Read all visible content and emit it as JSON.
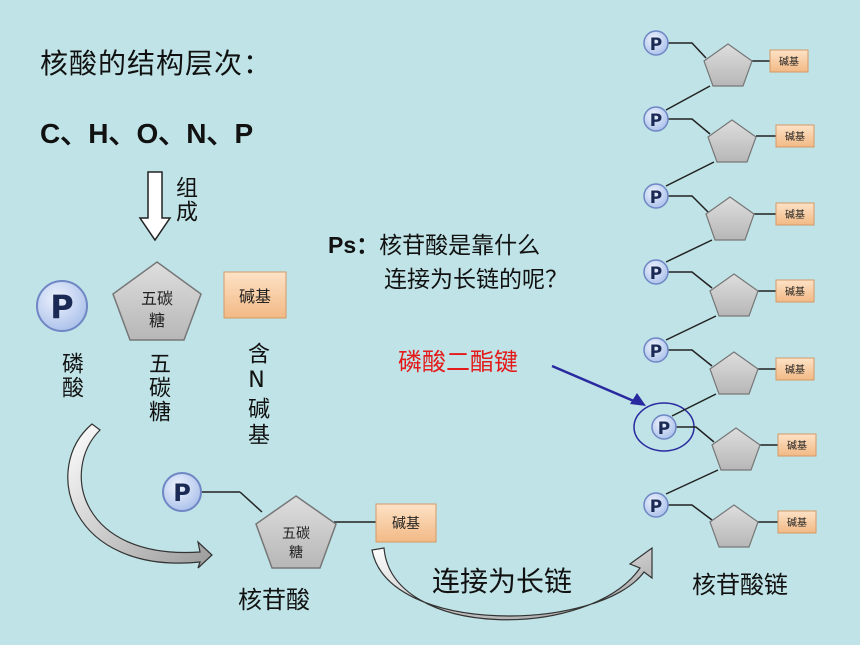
{
  "title": "核酸的结构层次：",
  "elements": "C、H、O、N、P",
  "compose_label": "组成",
  "phosphate_symbol": "P",
  "sugar_label": "五碳糖",
  "base_label": "碱基",
  "phosphate_name": "磷酸",
  "sugar_name": "五碳糖",
  "base_name": "含N碱基",
  "ps_label": "Ps：",
  "ps_line1": "核苷酸是靠什么",
  "ps_line2": "连接为长链的呢？",
  "bond_label": "磷酸二酯键",
  "nucleotide_label": "核苷酸",
  "link_label": "连接为长链",
  "chain_label": "核苷酸链",
  "colors": {
    "background": "#bfe3e6",
    "bond_text": "#e41a1a",
    "phosphate": "#c8d6f2",
    "sugar": "#c9c9c9",
    "base": "#f6cfa6",
    "arrow": "#2a2aa0"
  }
}
